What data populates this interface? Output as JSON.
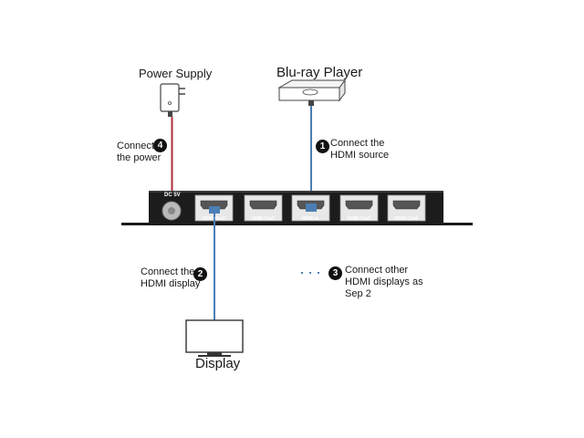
{
  "devices": {
    "power_supply": {
      "label": "Power Supply"
    },
    "bluray": {
      "label": "Blu-ray Player"
    },
    "display": {
      "label": "Display"
    }
  },
  "splitter": {
    "dc_label": "DC 5V",
    "ports": [
      "HDMI Out1",
      "HDMI Out2",
      "HDMI In",
      "HDMI Out3",
      "HDMI Out4"
    ]
  },
  "steps": [
    {
      "number": "1",
      "text_lines": [
        "Connect the",
        "HDMI source"
      ]
    },
    {
      "number": "2",
      "text_lines": [
        "Connect the",
        "HDMI display"
      ]
    },
    {
      "number": "3",
      "text_lines": [
        "Connect other",
        "HDMI displays as",
        "Sep 2"
      ]
    },
    {
      "number": "4",
      "text_lines": [
        "Connect",
        "the power"
      ]
    }
  ],
  "colors": {
    "hdmi_cable": "#4a7fb5",
    "power_cable": "#b22b3a",
    "device_body": "#1c1c1c",
    "port_bg": "#e8e8e8"
  }
}
